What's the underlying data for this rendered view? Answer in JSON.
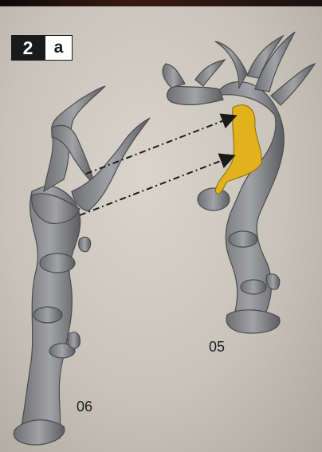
{
  "step": {
    "number": "2",
    "sub": "a"
  },
  "parts": [
    {
      "id": "05",
      "label": "05"
    },
    {
      "id": "06",
      "label": "06"
    }
  ],
  "colors": {
    "paper": "#cdc8be",
    "plastic_gray": "#8f9094",
    "plastic_shadow": "#55565a",
    "glue_highlight": "#e2b21c",
    "badge_dark": "#1a1a1a"
  }
}
